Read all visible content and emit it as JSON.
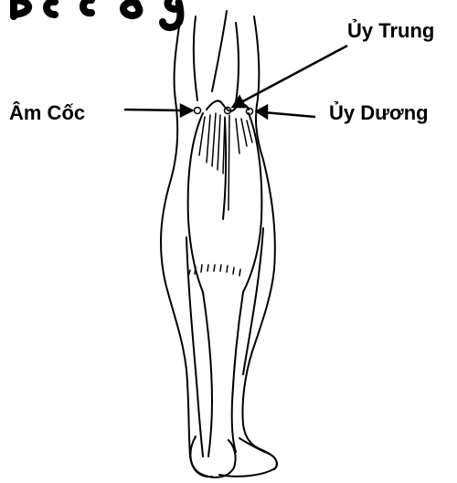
{
  "labels": {
    "am_coc": "Âm Cốc",
    "uy_trung": "Ủy Trung",
    "uy_duong": "Ủy Dương"
  },
  "colors": {
    "ink": "#000000",
    "background": "#ffffff"
  }
}
